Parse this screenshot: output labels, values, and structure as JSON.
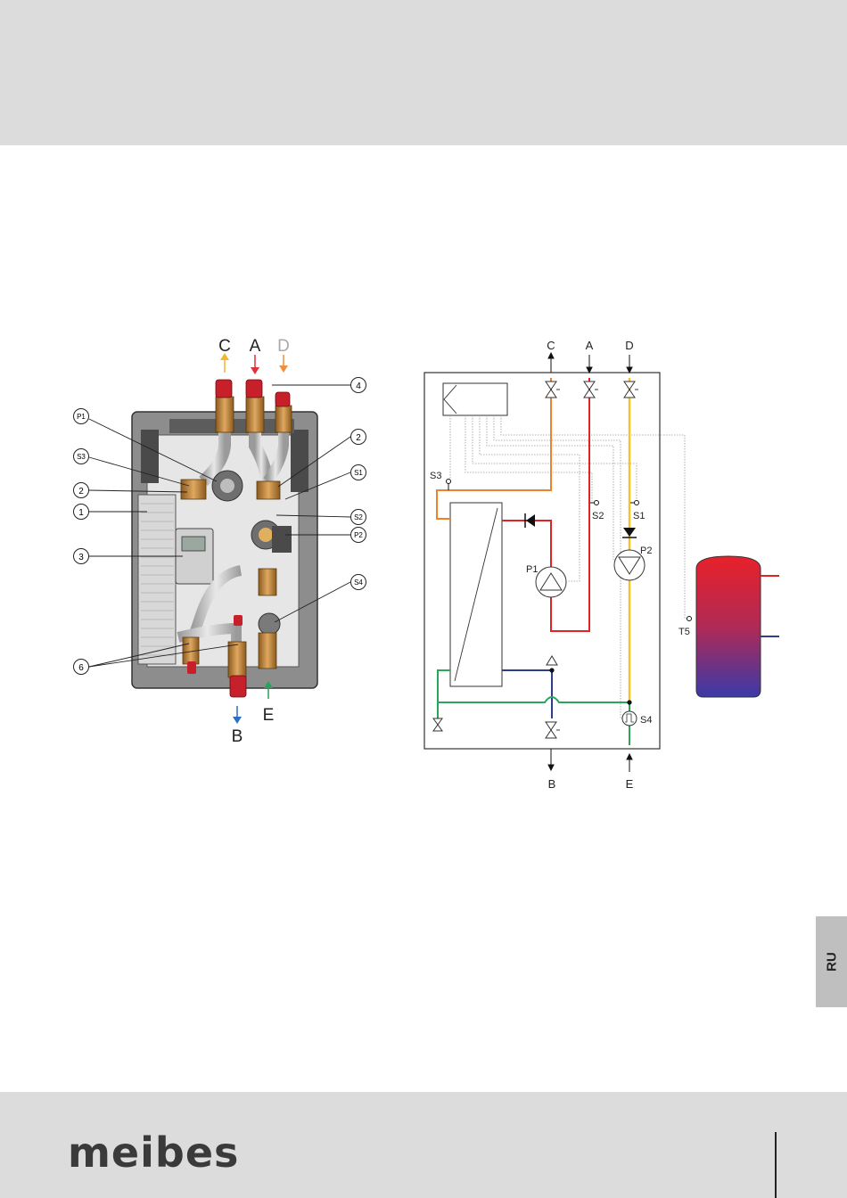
{
  "language_tab": "RU",
  "logo_text": "meibes",
  "photo_labels": {
    "port_c": "C",
    "port_a": "A",
    "port_d": "D",
    "port_b": "B",
    "port_e": "E",
    "callout_4": "4",
    "callout_p1": "P1",
    "callout_2_right": "2",
    "callout_s3": "S3",
    "callout_s1": "S1",
    "callout_2_left": "2",
    "callout_s2": "S2",
    "callout_1": "1",
    "callout_p2": "P2",
    "callout_3": "3",
    "callout_s4": "S4",
    "callout_6": "6"
  },
  "schematic_labels": {
    "port_c": "C",
    "port_a": "A",
    "port_d": "D",
    "port_b": "B",
    "port_e": "E",
    "s3": "S3",
    "s2": "S2",
    "s1": "S1",
    "p1": "P1",
    "p2": "P2",
    "s4": "S4",
    "t5": "T5"
  },
  "colors": {
    "band_gray": "#dcdcdc",
    "hot_red": "#e02424",
    "cold_blue": "#2c3e8c",
    "orange": "#f0802a",
    "yellow": "#f5c22a",
    "green": "#2aa55a",
    "arrow_a": "#e0303a",
    "arrow_c": "#f2b62e",
    "arrow_d": "#ef8e3c",
    "arrow_b": "#2b6fc4",
    "arrow_e": "#27a35c"
  }
}
